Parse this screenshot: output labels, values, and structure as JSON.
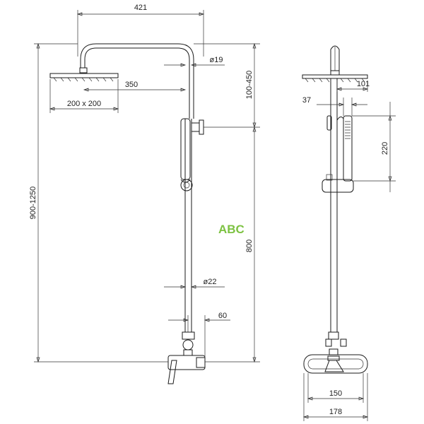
{
  "front_view": {
    "dim_arm_width": "421",
    "dim_pipe_diameter_top": "ø19",
    "dim_head_offset": "350",
    "dim_head_size": "200 x 200",
    "dim_head_height_range": "100-450",
    "dim_total_height": "900-1250",
    "dim_rail_height": "800",
    "dim_pipe_diameter_bottom": "ø22",
    "dim_mixer_offset": "60"
  },
  "side_view": {
    "dim_head_projection": "101",
    "dim_rail_offset": "37",
    "dim_holder_height": "220",
    "dim_shelf_inner": "150",
    "dim_shelf_outer": "178"
  },
  "watermark": {
    "text": "ABC",
    "color": "#7dc242"
  },
  "colors": {
    "line": "#1a1a1a",
    "dimension": "#333333"
  }
}
